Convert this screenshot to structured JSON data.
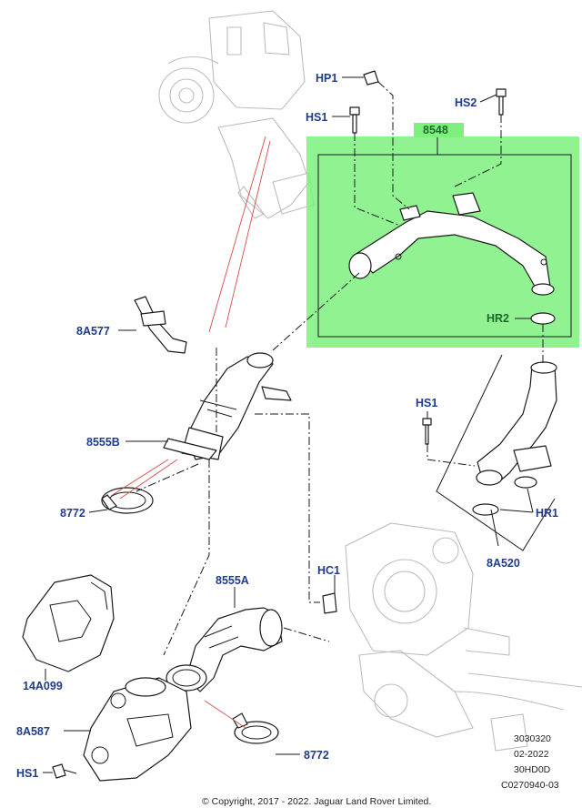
{
  "callouts": {
    "hp1": "HP1",
    "hs1_top": "HS1",
    "hs2": "HS2",
    "p8548": "8548",
    "hr2": "HR2",
    "p8a577": "8A577",
    "hs1_right": "HS1",
    "p8555b": "8555B",
    "p8772_top": "8772",
    "hr1": "HR1",
    "p8a520": "8A520",
    "hc1": "HC1",
    "p8555a": "8555A",
    "p14a099": "14A099",
    "p8a587": "8A587",
    "p8772_bottom": "8772",
    "hs1_bottom": "HS1"
  },
  "meta": {
    "line1": "3030320",
    "line2": "02-2022",
    "line3": "30HD0D",
    "line4": "C0270940-03"
  },
  "copyright": "© Copyright, 2017 - 2022. Jaguar Land Rover Limited.",
  "colors": {
    "highlight": "#7ef07e",
    "label_blue": "#1f3c8c",
    "label_green": "#1a6b2a",
    "leader_red": "#d94a4a"
  }
}
